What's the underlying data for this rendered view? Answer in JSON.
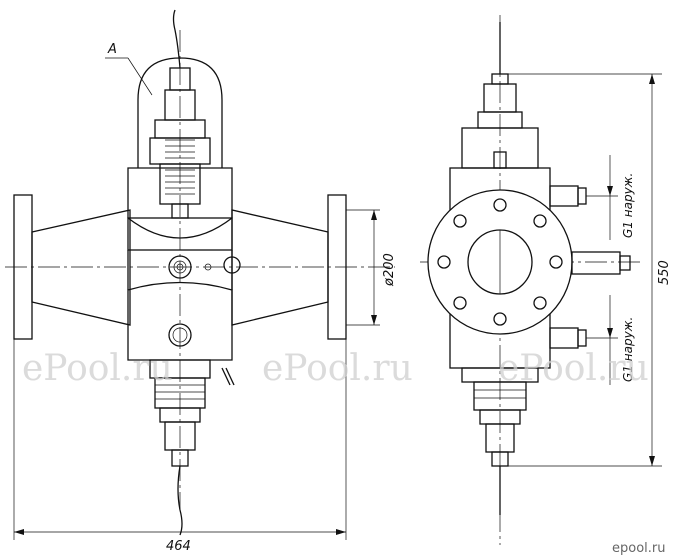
{
  "labels": {
    "callout_a": "A",
    "width_dim": "464",
    "diameter_dim": "ø200",
    "height_dim": "550",
    "thread_top": "G1 наруж.",
    "thread_bottom": "G1 наруж."
  },
  "watermarks": {
    "left": "ePool.ru",
    "middle": "ePool.ru",
    "right": "ePool.ru",
    "corner": "epool.ru"
  }
}
